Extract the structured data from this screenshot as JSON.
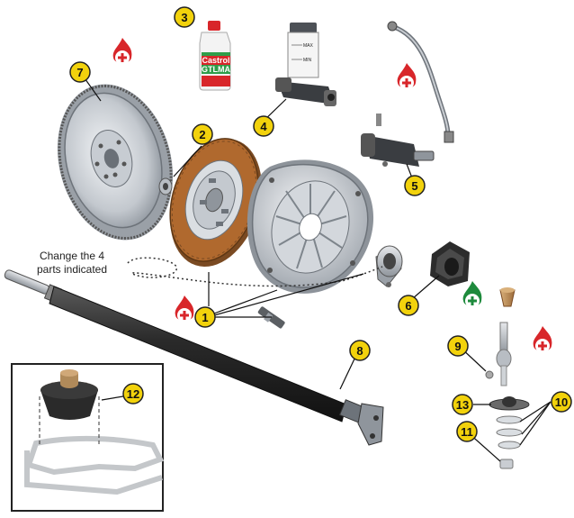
{
  "callouts": {
    "c1": "1",
    "c2": "2",
    "c3": "3",
    "c4": "4",
    "c5": "5",
    "c6": "6",
    "c7": "7",
    "c8": "8",
    "c9": "9",
    "c10": "10",
    "c11": "11",
    "c12": "12",
    "c13": "13"
  },
  "note": {
    "line1": "Change the 4",
    "line2": "parts indicated"
  },
  "bottle": {
    "brand": "Castrol",
    "sub": "GTLMA"
  },
  "reservoir": {
    "max": "MAX",
    "min": "MIN"
  },
  "colors": {
    "callout_fill": "#f2d20c",
    "warning_red": "#d8262a",
    "ok_green": "#1e8a3c",
    "friction_brown": "#b0692e",
    "shaft_black": "#262626"
  },
  "icons": [
    "fire-plus-icon",
    "fire-plus-icon",
    "fire-plus-icon",
    "fire-plus-icon",
    "fire-plus-icon",
    "leaf-plus-icon"
  ]
}
